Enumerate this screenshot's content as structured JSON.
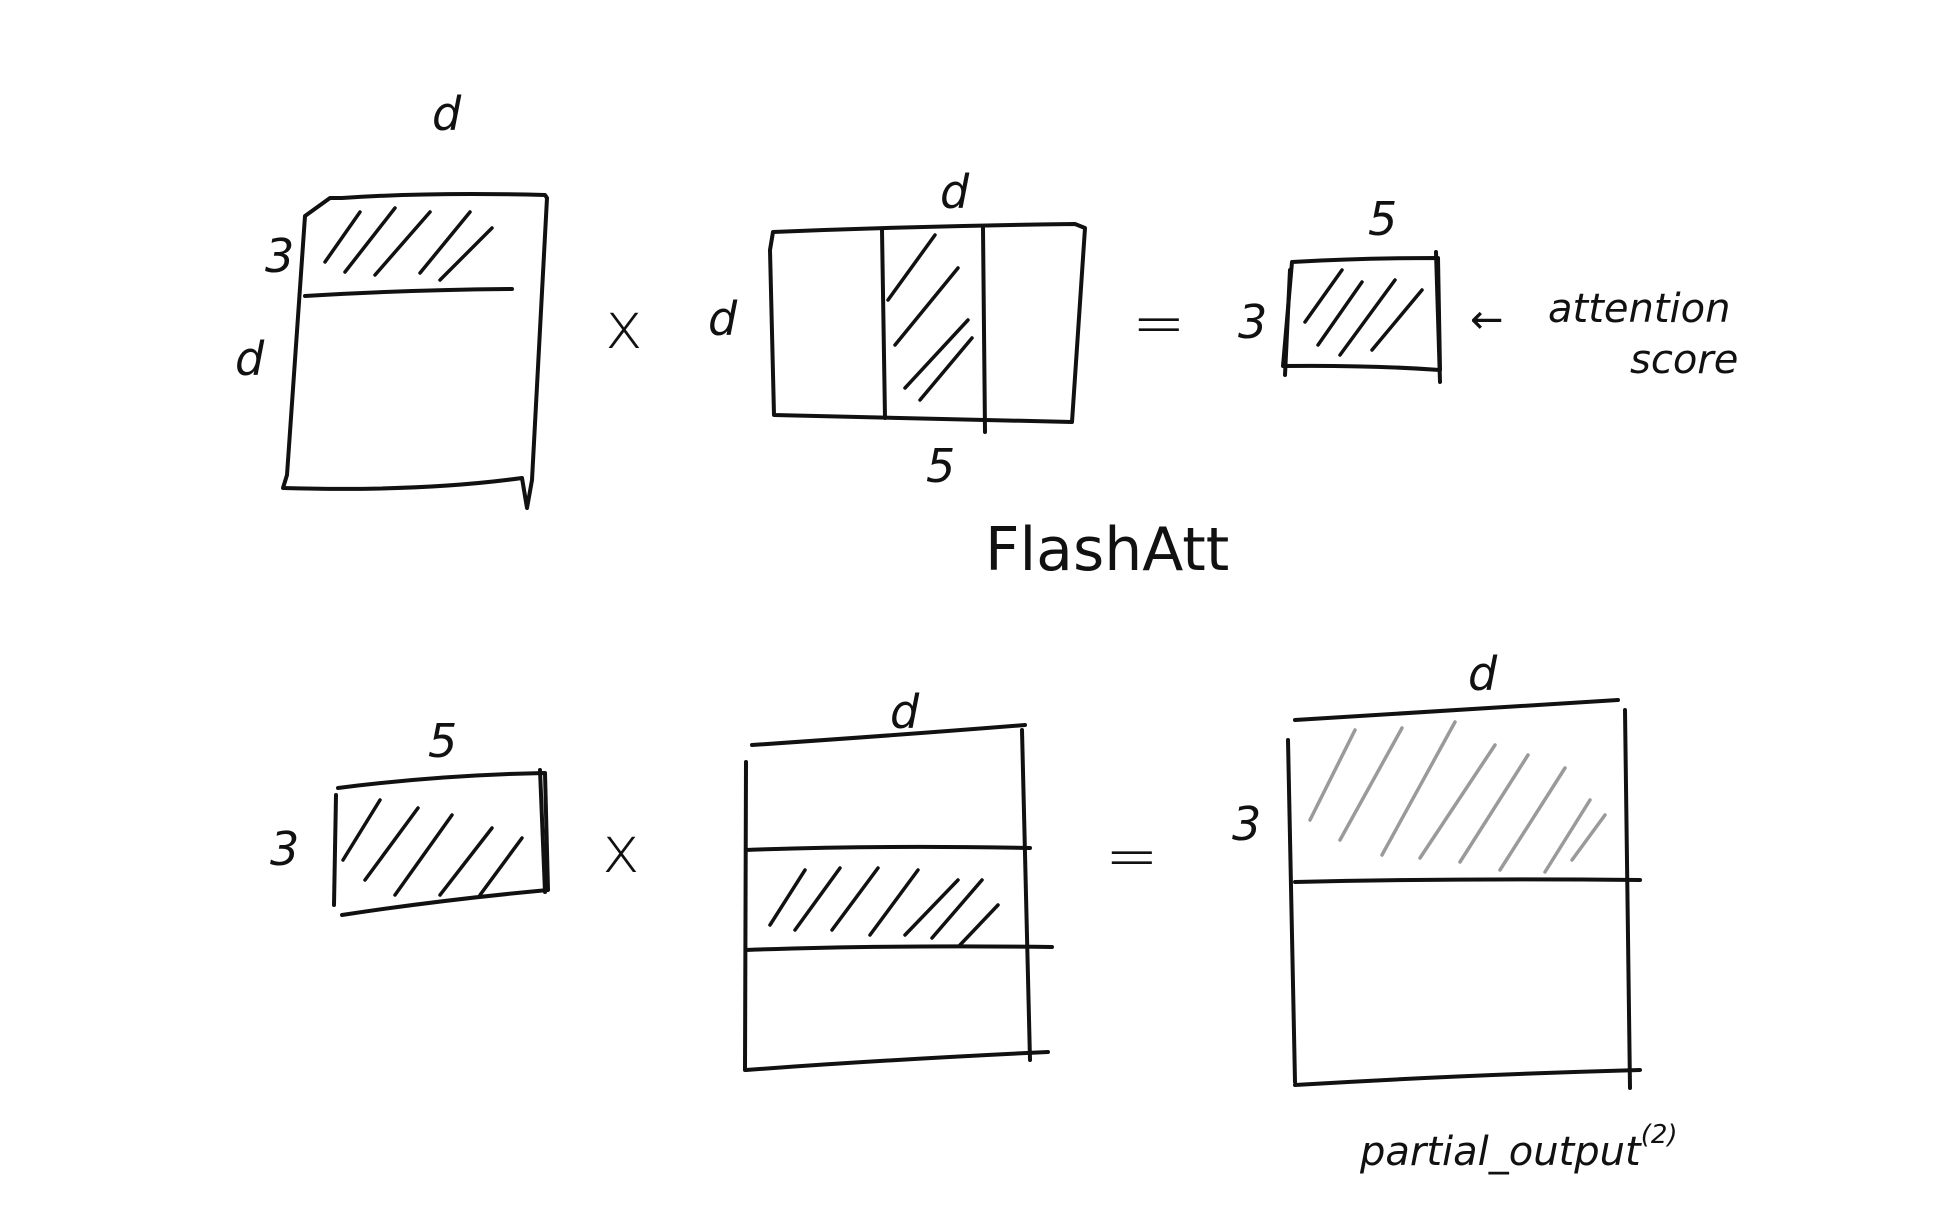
{
  "title": "FlashAtt",
  "row1": {
    "query": {
      "top_label": "d",
      "row_label": "3",
      "side_label": "d"
    },
    "multiply_1": "x",
    "key": {
      "top_label": "d",
      "side_label": "d",
      "bottom_label": "5"
    },
    "equals_1": "=",
    "score": {
      "top_label": "5",
      "side_label": "3"
    },
    "annotation_arrow": "←",
    "annotation_line1": "attention",
    "annotation_line2": "score"
  },
  "row2": {
    "score": {
      "top_label": "5",
      "side_label": "3"
    },
    "multiply_2": "x",
    "value": {
      "top_label": "d"
    },
    "equals_2": "=",
    "output": {
      "top_label": "d",
      "side_label": "3",
      "caption": "partial_output",
      "superscript": "(2)"
    }
  }
}
